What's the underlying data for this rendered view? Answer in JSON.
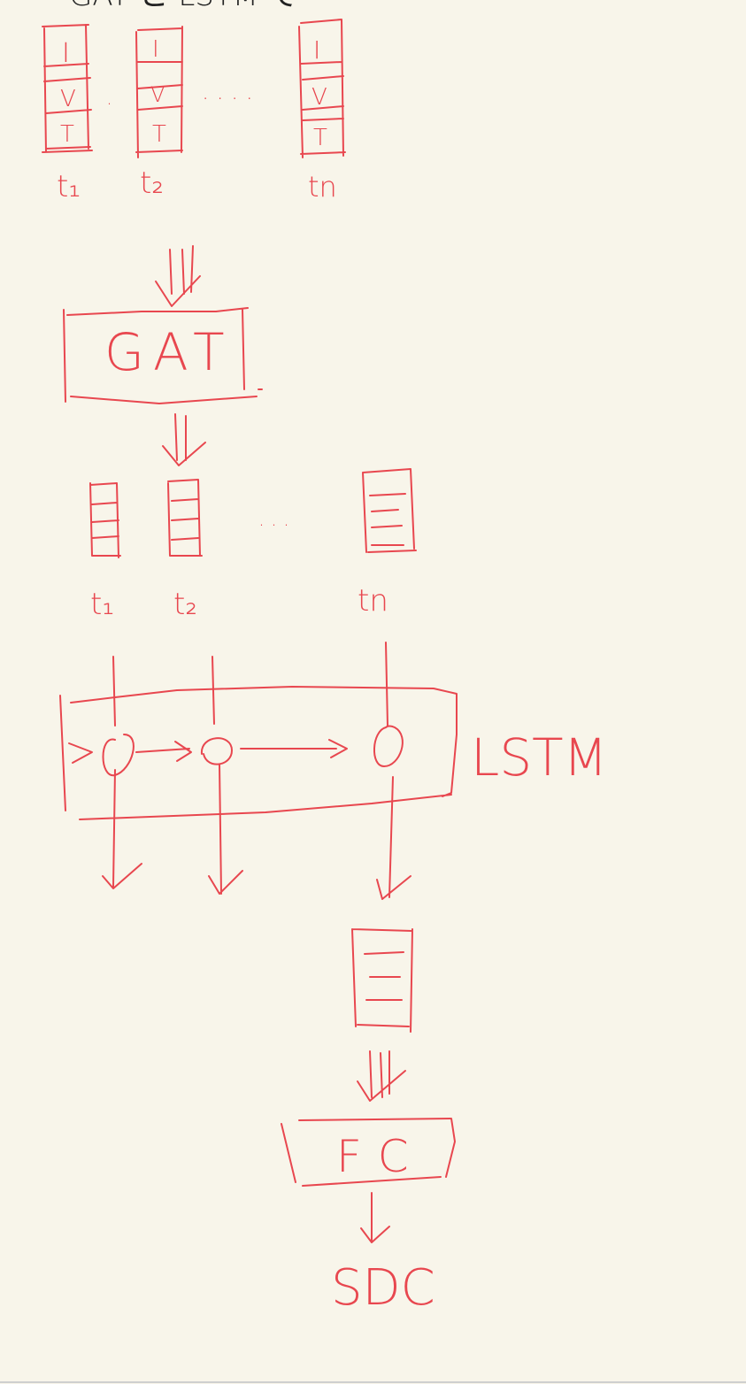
{
  "header": {
    "text": "GAT と LSTM で"
  },
  "input_stack": {
    "cells": [
      "I",
      "V",
      "T"
    ],
    "time_labels": [
      "t₁",
      "t₂",
      "tn"
    ],
    "dots": ". . . ."
  },
  "gat_box": {
    "label": "GAT"
  },
  "embedding_stack": {
    "time_labels": [
      "t₁",
      "t₂",
      "tn"
    ],
    "dots": ". . ."
  },
  "lstm": {
    "label": "LSTM"
  },
  "fc_box": {
    "label": "FC"
  },
  "output": {
    "label": "SDC"
  },
  "colors": {
    "ink": "#e8474f",
    "background": "#f8f5ea",
    "header_ink": "#222222"
  }
}
